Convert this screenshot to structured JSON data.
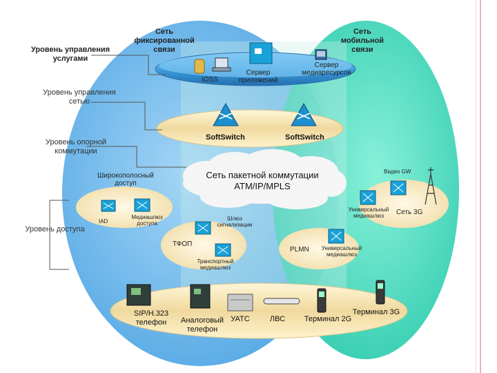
{
  "left_labels": {
    "service_control": "Уровень управления\nуслугами",
    "network_control": "Уровень управления\nсетью",
    "core_switching": "Уровень опорной\nкоммутации",
    "access": "Уровень доступа"
  },
  "headers": {
    "fixed_network": "Сеть\nфиксированной\nсвязи",
    "mobile_network": "Сеть\nмобильной\nсвязи"
  },
  "service_layer": {
    "ioss": "IOSS",
    "app_server": "Сервер\nприложений",
    "media_server": "Сервер\nмедиаресурсов"
  },
  "control_layer": {
    "softswitch_1": "SoftSwitch",
    "softswitch_2": "SoftSwitch"
  },
  "core": {
    "cloud_title": "Сеть пакетной коммутации\nATM/IP/MPLS"
  },
  "access_layer": {
    "broadband_title": "Широкополосный\nдоступ",
    "iad": "IAD",
    "media_access": "Медиашлюз\nдоступа",
    "signaling_gw": "Шлюз\nсигнализации",
    "pstn": "ТФОП",
    "transport_media_gw": "Транспортный\nмедиашлюз",
    "plmn": "PLMN",
    "universal_media_gw_plmn": "Универсальный\nмедиашлюз",
    "video_gw": "Видео GW",
    "universal_media_gw_3g": "Универсальный\nмедиашлюз",
    "net_3g": "Сеть 3G"
  },
  "terminals": {
    "sip_phone": "SIP/H.323\nтелефон",
    "analog_phone": "Аналоговый\nтелефон",
    "pbx": "УАТС",
    "lan": "ЛВС",
    "term_2g": "Терминал 2G",
    "term_3g": "Терминал 3G"
  },
  "colors": {
    "fixed_region": "#69b6ea",
    "mobile_region": "#35d6b6",
    "band_fill": "#f0deb0",
    "disc_fill": "#4aa3e0",
    "device_blue": "#19a2d8"
  }
}
